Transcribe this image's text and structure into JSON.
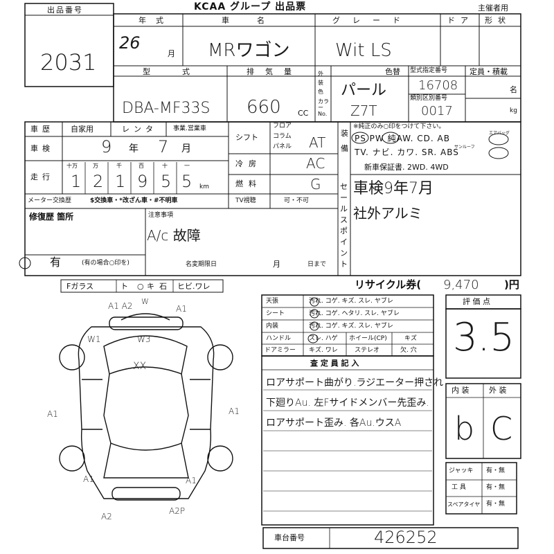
{
  "header": {
    "lot_number_label": "出品番号",
    "lot_number": "2031",
    "group_title": "KCAA グループ 出品票",
    "organizer_label": "主催者用"
  },
  "row1": {
    "year_label": "年式",
    "car_name_label": "車名",
    "grade_label": "グレード",
    "door_label": "ドア",
    "shape_label": "形状",
    "year_value": "26",
    "month_unit": "月",
    "car_name": "MRワゴン",
    "grade": "Wit LS"
  },
  "row2": {
    "model_label": "型式",
    "displacement_label": "排気量",
    "ext_color_label": "外装色",
    "color_no_label": "カラーNo.",
    "color_label": "色替",
    "type_cert_label": "型式指定番号",
    "category_label": "類別区別番号",
    "capacity_label": "定員・積載",
    "model": "DBA-MF33S",
    "displacement": "660",
    "cc_unit": "CC",
    "color": "パール",
    "color_no": "Z7T",
    "type_cert_no": "16708",
    "category_no": "0017",
    "persons_unit": "名",
    "kg_unit": "kg"
  },
  "history": {
    "label": "車歴",
    "options": [
      "自家用",
      "レンタ",
      "事業.営業車"
    ]
  },
  "inspection": {
    "label": "車検",
    "year": "9",
    "year_unit": "年",
    "month": "7",
    "month_unit": "月"
  },
  "mileage": {
    "label": "走行",
    "digit_units": [
      "十万",
      "万",
      "千",
      "百",
      "十",
      "一"
    ],
    "digits": [
      "1",
      "2",
      "1",
      "9",
      "5",
      "5"
    ],
    "unit": "km"
  },
  "meter": {
    "label": "メーター交換歴",
    "options": "$交換車・*改ざん車・#不明車"
  },
  "specs": {
    "shift_label": "シフト",
    "shift_options": [
      "フロア",
      "コラム",
      "パネル"
    ],
    "shift_value": "AT",
    "ac_label": "冷房",
    "ac_value": "AC",
    "fuel_label": "燃料",
    "fuel_value": "G",
    "tv_label": "TV視聴",
    "tv_value": "可・不可"
  },
  "equipment": {
    "label": "装備",
    "note": "※純正のみ○印をつけて下さい。",
    "line1": "PS PW 純AW. CD. AB",
    "line1_small": "エアバッグ",
    "line2": "TV. ナビ. カワ. SR. ABS",
    "line2_small": "サンルーフ",
    "line3": "新車保証書. 2WD. 4WD"
  },
  "sales_point": {
    "label": "セールスポイント",
    "text_line1": "車検9年7月",
    "text_line2": "社外アルミ"
  },
  "repair": {
    "label": "修復歴 箇所",
    "value": "有",
    "note": "(有の場合○印を)",
    "notes_label": "注意事項",
    "notes_value": "A/c 故障",
    "name_change_label": "名変期限日",
    "month_unit": "月",
    "day_unit": "日まで"
  },
  "glass": {
    "label": "Fガラス",
    "options": [
      "ト",
      "キ",
      "石",
      "ヒビ.ワレ"
    ],
    "options_mark": "○"
  },
  "recycle": {
    "label": "リサイクル券(",
    "value": "9,470",
    "unit": ")円"
  },
  "interior": {
    "rows": [
      {
        "label": "天張",
        "value": "汚れ. コゲ. キズ. スレ. ヤブレ"
      },
      {
        "label": "シート",
        "value": "汚れ. コゲ. ヘタリ. スレ. ヤブレ"
      },
      {
        "label": "内装",
        "value": "汚れ. コゲ. キズ. スレ. ヤブレ"
      },
      {
        "label": "ハンドル",
        "value": "スレ. ハゲ",
        "label2": "ホイール(CP)",
        "value2": "キズ"
      },
      {
        "label": "ドアミラー",
        "value": "キズ. ワレ",
        "label2": "ステレオ",
        "value2": "欠. 穴"
      }
    ]
  },
  "inspector": {
    "label": "査 定 員 記 入",
    "lines": [
      "ロアサポート曲がり.ラジエーター押され",
      "下廻りAu. 左Fサイドメンバー先歪み.",
      "ロアサポート歪み. 各Au.ウスA"
    ]
  },
  "evaluation": {
    "label": "評 価 点",
    "score": "3.5",
    "interior_label": "内 装",
    "exterior_label": "外 装",
    "interior_grade": "b",
    "exterior_grade": "C"
  },
  "tools": {
    "jack_label": "ジャッキ",
    "jack_value": "有・無",
    "tool_label": "工 具",
    "tool_value": "有・無",
    "spare_label": "スペアタイヤ",
    "spare_value": "有・無"
  },
  "chassis": {
    "label": "車台番号",
    "value": "426252"
  },
  "diagram": {
    "marks": {
      "top_left": "A1 A2",
      "top_mid": "W",
      "top_right": "A1",
      "w1": "W1",
      "w3": "W3",
      "roof": "XX",
      "left": "A1",
      "right": "A1",
      "rear_left": "A1",
      "rear_right": "A1",
      "bottom_left": "A2",
      "bottom_right": "A2P"
    }
  }
}
